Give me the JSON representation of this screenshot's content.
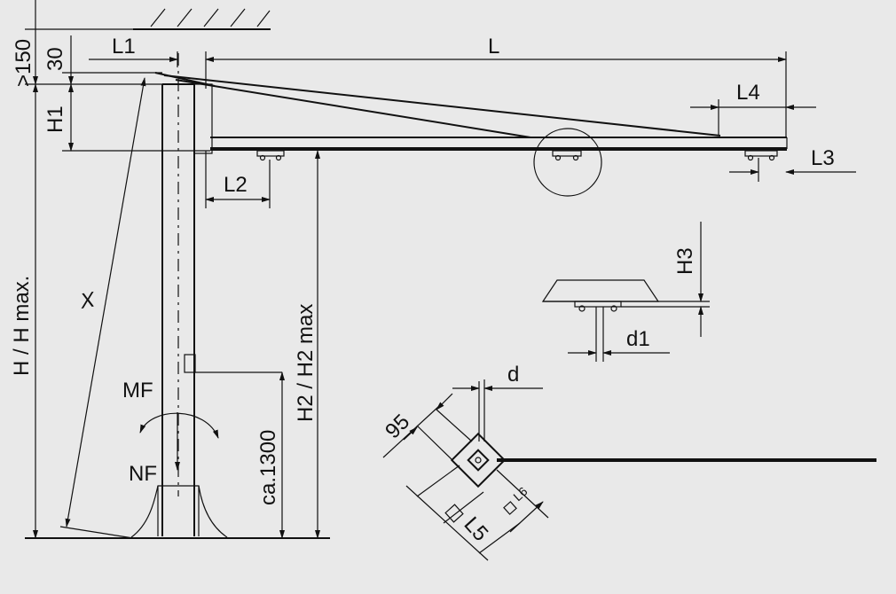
{
  "diagram": {
    "labels": {
      "gt150": ">150",
      "d30": "30",
      "L1": "L1",
      "L": "L",
      "L4": "L4",
      "H1": "H1",
      "L3": "L3",
      "L2": "L2",
      "H3": "H3",
      "d1": "d1",
      "X": "X",
      "H_Hmax": "H / H max.",
      "H2_H2max": "H2 / H2 max",
      "MF": "MF",
      "NF": "NF",
      "ca1300": "ca.1300",
      "d": "d",
      "d95": "95",
      "L5": "L5",
      "L6": "L6"
    }
  }
}
